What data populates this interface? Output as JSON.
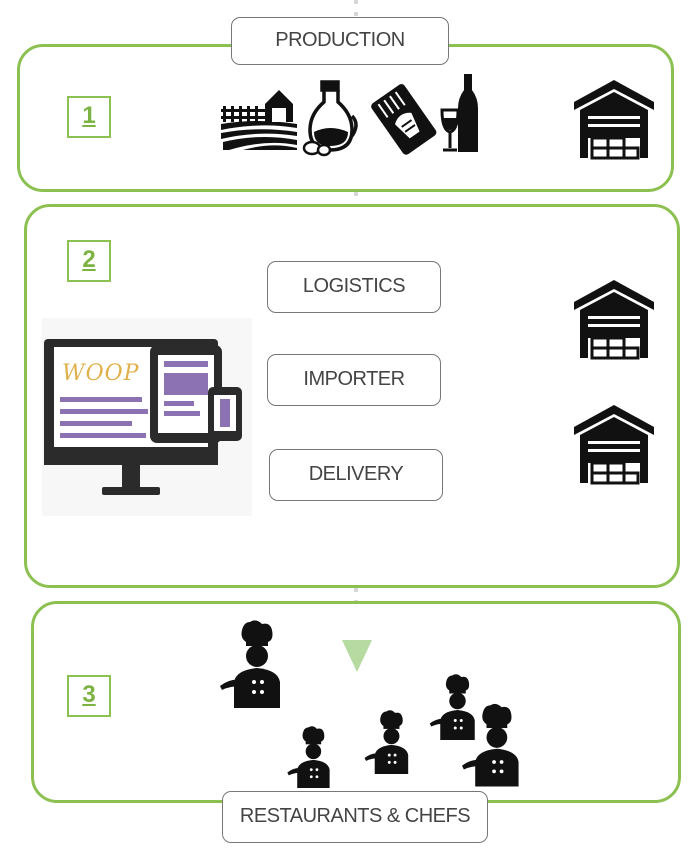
{
  "stages": [
    {
      "number": "1"
    },
    {
      "number": "2"
    },
    {
      "number": "3"
    }
  ],
  "labels": {
    "production": "PRODUCTION",
    "logistics": "LOGISTICS",
    "importer": "IMPORTER",
    "delivery": "DELIVERY",
    "restaurants": "RESTAURANTS & CHEFS"
  },
  "screen_logo": "WOOP",
  "colors": {
    "stage_border": "#8cc152",
    "number_text": "#7cb342",
    "arrow": "#b5dba0",
    "dots": "#d4d4d4",
    "screen_lines": "#8c72b3",
    "icons": "#111111"
  },
  "icons": [
    "farm-field-icon",
    "olive-oil-bottle-icon",
    "pasta-bag-icon",
    "wine-bottle-glass-icon",
    "warehouse-icon",
    "computer-tablet-phone-icon",
    "chef-icon"
  ]
}
